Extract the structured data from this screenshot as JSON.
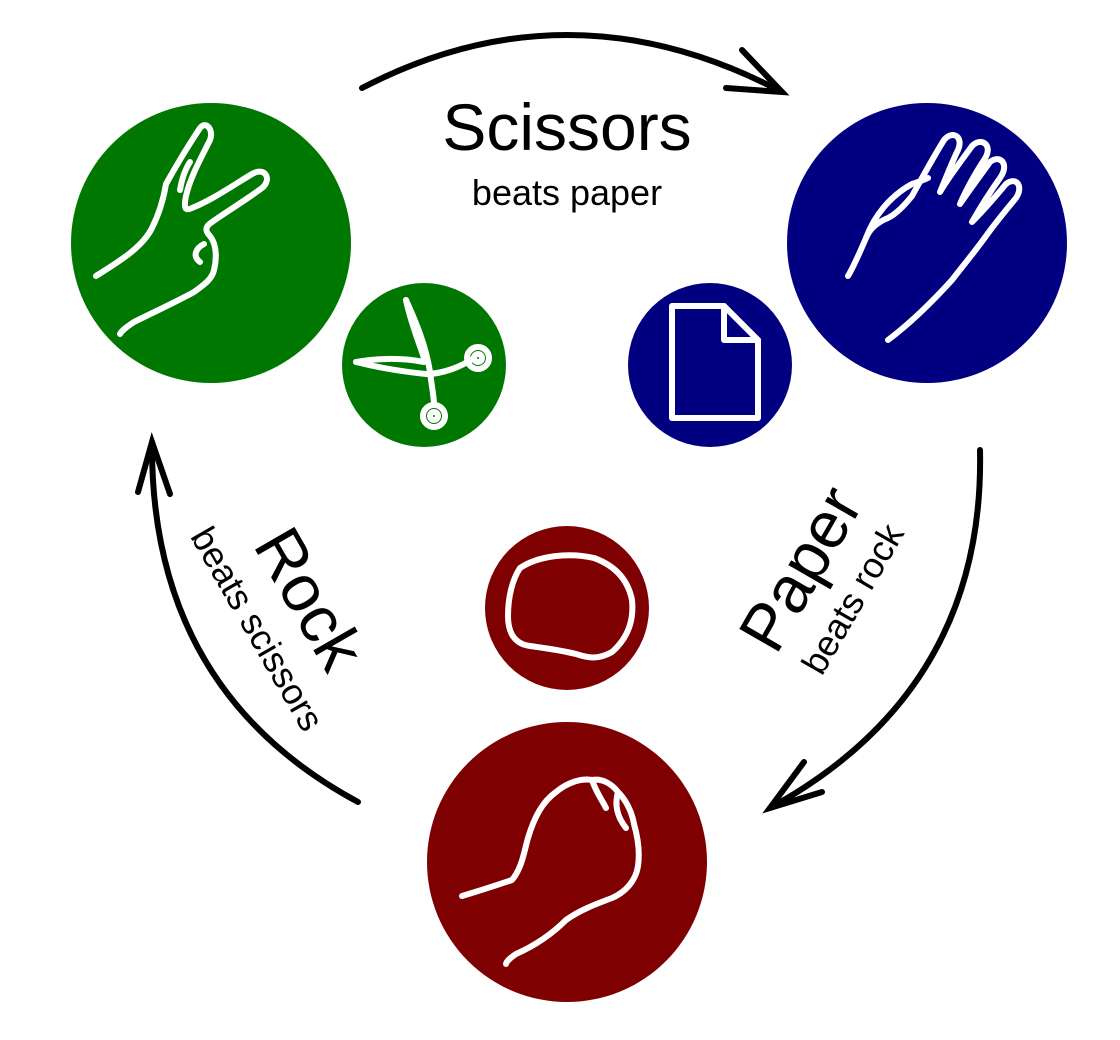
{
  "colors": {
    "scissors": "#007700",
    "paper": "#000080",
    "rock": "#7f0000",
    "arrow": "#000000",
    "icon_stroke": "#ffffff"
  },
  "labels": {
    "scissors": {
      "title": "Scissors",
      "subtitle": "beats paper"
    },
    "paper": {
      "title": "Paper",
      "subtitle": "beats rock"
    },
    "rock": {
      "title": "Rock",
      "subtitle": "beats scissors"
    }
  },
  "icons": {
    "scissors_hand": "peace-sign-hand-icon",
    "scissors_symbol": "scissors-icon",
    "paper_hand": "open-hand-icon",
    "paper_symbol": "document-icon",
    "rock_hand": "fist-icon",
    "rock_symbol": "rock-icon"
  }
}
